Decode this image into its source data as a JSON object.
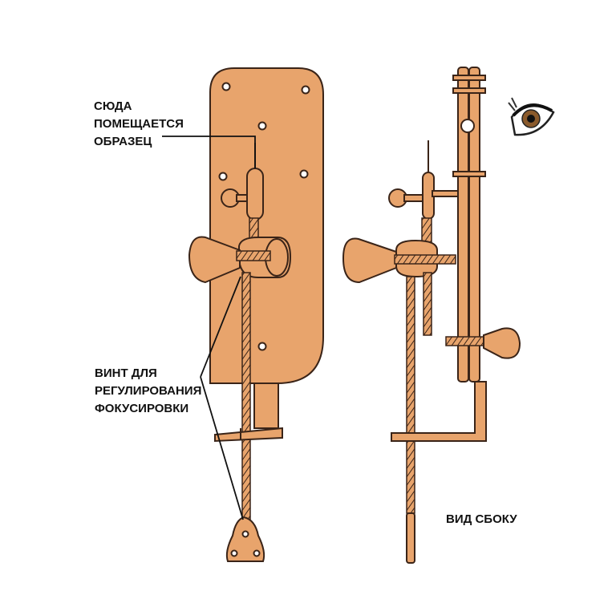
{
  "labels": {
    "specimen": "СЮДА\nПОМЕЩАЕТСЯ\nОБРАЗЕЦ",
    "focus_screw": "ВИНТ ДЛЯ\nРЕГУЛИРОВАНИЯ\nФОКУСИРОВКИ",
    "side_view": "ВИД СБОКУ"
  },
  "colors": {
    "brass": "#e8a46c",
    "brass_dark": "#c98a55",
    "outline": "#3a2418",
    "eye_iris": "#8a5a2c"
  }
}
